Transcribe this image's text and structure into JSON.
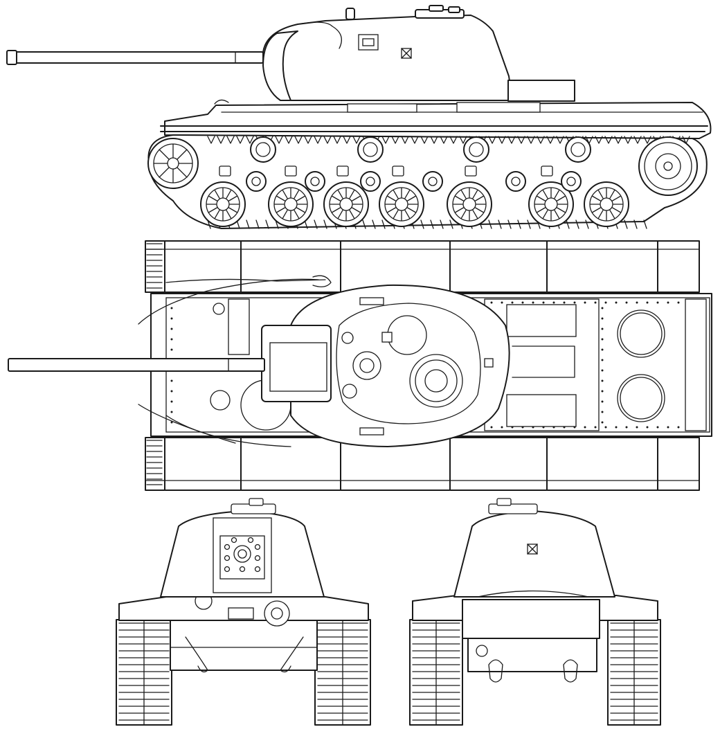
{
  "drawing": {
    "subject": "",
    "views": [
      {
        "id": "side",
        "label": ""
      },
      {
        "id": "top",
        "label": ""
      },
      {
        "id": "front",
        "label": ""
      },
      {
        "id": "rear",
        "label": ""
      }
    ]
  },
  "colors": {
    "line": "#1a1a1a",
    "paper": "#ffffff"
  }
}
